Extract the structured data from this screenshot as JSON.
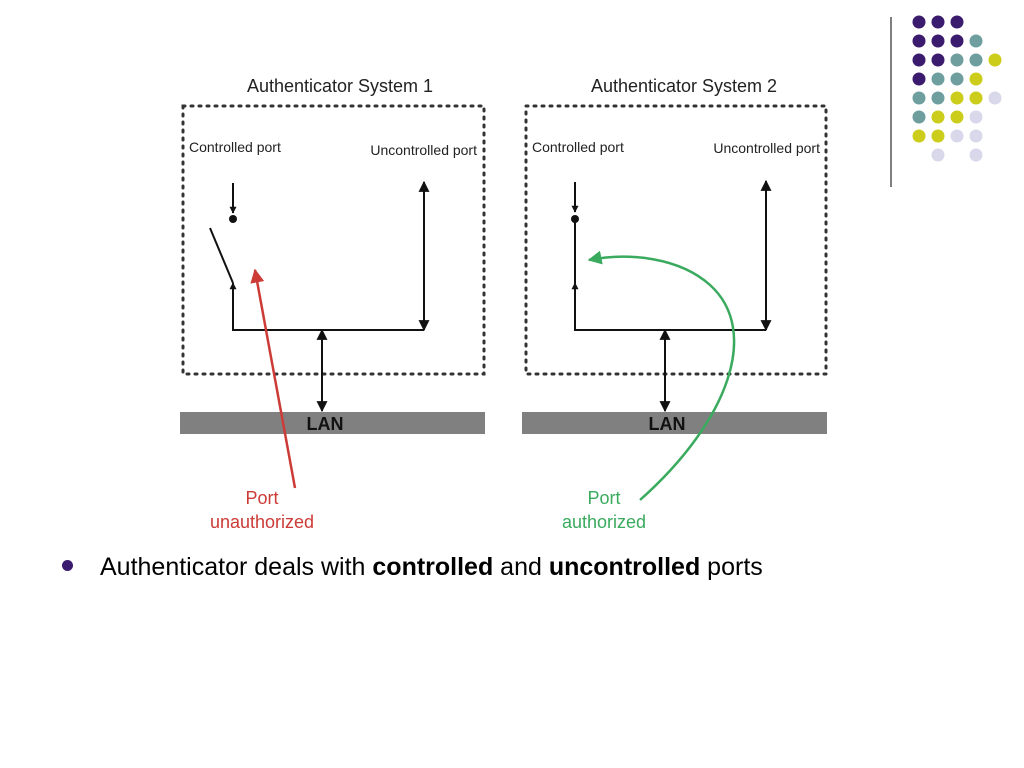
{
  "diagram": {
    "system1": {
      "title": "Authenticator System 1",
      "controlled_port": "Controlled port",
      "uncontrolled_port": "Uncontrolled port",
      "lan": "LAN",
      "status_line1": "Port",
      "status_line2": "unauthorized"
    },
    "system2": {
      "title": "Authenticator System 2",
      "controlled_port": "Controlled port",
      "uncontrolled_port": "Uncontrolled port",
      "lan": "LAN",
      "status_line1": "Port",
      "status_line2": "authorized"
    }
  },
  "bullet": {
    "prefix": "Authenticator deals with ",
    "bold1": "controlled",
    "middle": " and ",
    "bold2": "uncontrolled",
    "suffix": " ports"
  },
  "colors": {
    "purple": "#3b1b6e",
    "teal": "#6e9e9e",
    "yellow": "#cccc1a",
    "lavender": "#d8d8ea",
    "unauthorized_red": "#cc3b36",
    "authorized_green": "#3aaa5e",
    "lan_gray": "#808080"
  }
}
